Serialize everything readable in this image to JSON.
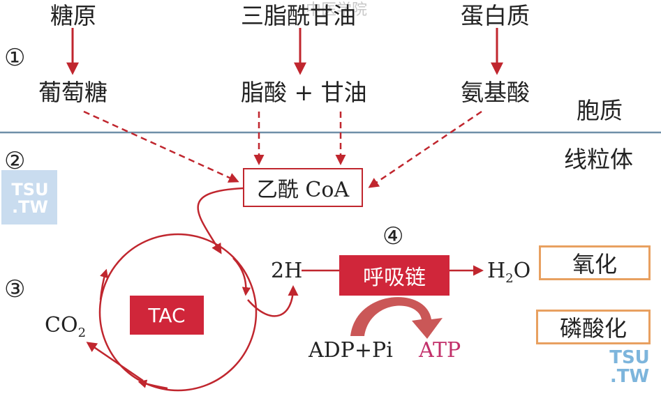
{
  "header_faded": "中医学院",
  "sources": {
    "glycogen": "糖原",
    "triglyceride": "三脂酰甘油",
    "protein": "蛋白质"
  },
  "products": {
    "glucose": "葡萄糖",
    "fatty_acid_glycerol": "脂酸 + 甘油",
    "amino_acid": "氨基酸"
  },
  "regions": {
    "cytoplasm": "胞质",
    "mitochondria": "线粒体"
  },
  "steps": [
    "①",
    "②",
    "③",
    "④"
  ],
  "acetyl_coa": "乙酰 CoA",
  "tac": "TAC",
  "respiratory_chain": "呼吸链",
  "two_h": "2H",
  "h2o": {
    "base": "H",
    "sub": "2",
    "tail": "O"
  },
  "co2": {
    "base": "CO",
    "sub": "2"
  },
  "adp_pi": "ADP+Pi",
  "atp": "ATP",
  "processes": {
    "oxidation": "氧化",
    "phosphorylation": "磷酸化"
  },
  "watermark": {
    "line1": "TSU",
    "line2": ".TW"
  },
  "colors": {
    "arrow_red": "#c0262e",
    "box_red": "#d0263a",
    "divider": "#6f8fa8",
    "outline_orange": "#e8a060",
    "atp_pink": "#c2306a"
  }
}
